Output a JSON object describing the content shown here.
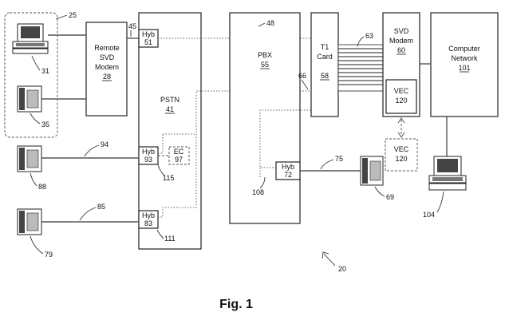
{
  "figure": {
    "caption": "Fig. 1"
  },
  "blocks": {
    "remote_modem": {
      "lines": [
        "Remote",
        "SVD",
        "Modem"
      ],
      "ref": "28"
    },
    "pstn": {
      "name": "PSTN",
      "ref": "41"
    },
    "pbx": {
      "name": "PBX",
      "ref": "55"
    },
    "t1_card": {
      "lines": [
        "T1",
        "Card"
      ],
      "ref": "58"
    },
    "svd_modem": {
      "lines": [
        "SVD",
        "Modem"
      ],
      "ref": "60"
    },
    "vec_inside": {
      "name": "VEC",
      "ref": "120"
    },
    "vec_external": {
      "name": "VEC",
      "ref": "120"
    },
    "computer_network": {
      "lines": [
        "Computer",
        "Network"
      ],
      "ref": "101"
    },
    "hyb_51": {
      "name": "Hyb",
      "ref": "51"
    },
    "hyb_93": {
      "name": "Hyb",
      "ref": "93"
    },
    "hyb_83": {
      "name": "Hyb",
      "ref": "83"
    },
    "hyb_72": {
      "name": "Hyb",
      "ref": "72"
    },
    "ec_97": {
      "name": "EC",
      "ref": "97"
    }
  },
  "reference_numerals": {
    "remote_site": "25",
    "computer_terminal": "31",
    "telephone_remote": "35",
    "line_45": "45",
    "pbx_label": "48",
    "cable_63": "63",
    "line_66": "66",
    "line_75": "75",
    "phone_69": "69",
    "line_94": "94",
    "phone_88": "88",
    "hyb_ref_115": "115",
    "line_85": "85",
    "phone_79": "79",
    "ref_111": "111",
    "ref_108": "108",
    "terminal_104": "104",
    "system_20": "20"
  }
}
